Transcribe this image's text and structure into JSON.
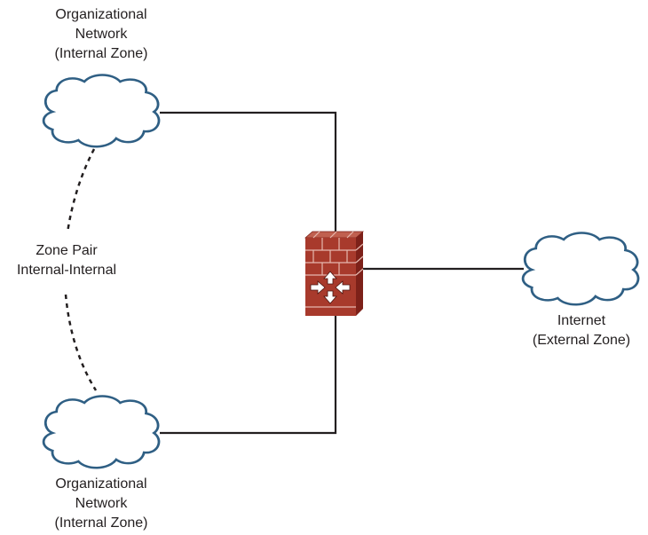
{
  "diagram": {
    "nodes": {
      "internal_top": {
        "label_lines": [
          "Organizational",
          "Network",
          "(Internal Zone)"
        ],
        "type": "cloud"
      },
      "internal_bottom": {
        "label_lines": [
          "Organizational",
          "Network",
          "(Internal Zone)"
        ],
        "type": "cloud"
      },
      "internet": {
        "label_lines": [
          "Internet",
          "(External Zone)"
        ],
        "type": "cloud"
      },
      "firewall": {
        "type": "firewall-router",
        "icon": "firewall-icon"
      }
    },
    "zone_pair": {
      "label_lines": [
        "Zone Pair",
        "Internal-Internal"
      ]
    },
    "edges": [
      {
        "from": "internal_top",
        "to": "firewall",
        "style": "solid"
      },
      {
        "from": "internal_bottom",
        "to": "firewall",
        "style": "solid"
      },
      {
        "from": "firewall",
        "to": "internet",
        "style": "solid"
      },
      {
        "from": "internal_top",
        "to": "internal_bottom",
        "style": "dashed",
        "label": "zone_pair"
      }
    ],
    "colors": {
      "cloud_stroke": "#2f5f84",
      "firewall_brick": "#a83a2c",
      "firewall_dark": "#7d2119",
      "line": "#231f20"
    }
  }
}
